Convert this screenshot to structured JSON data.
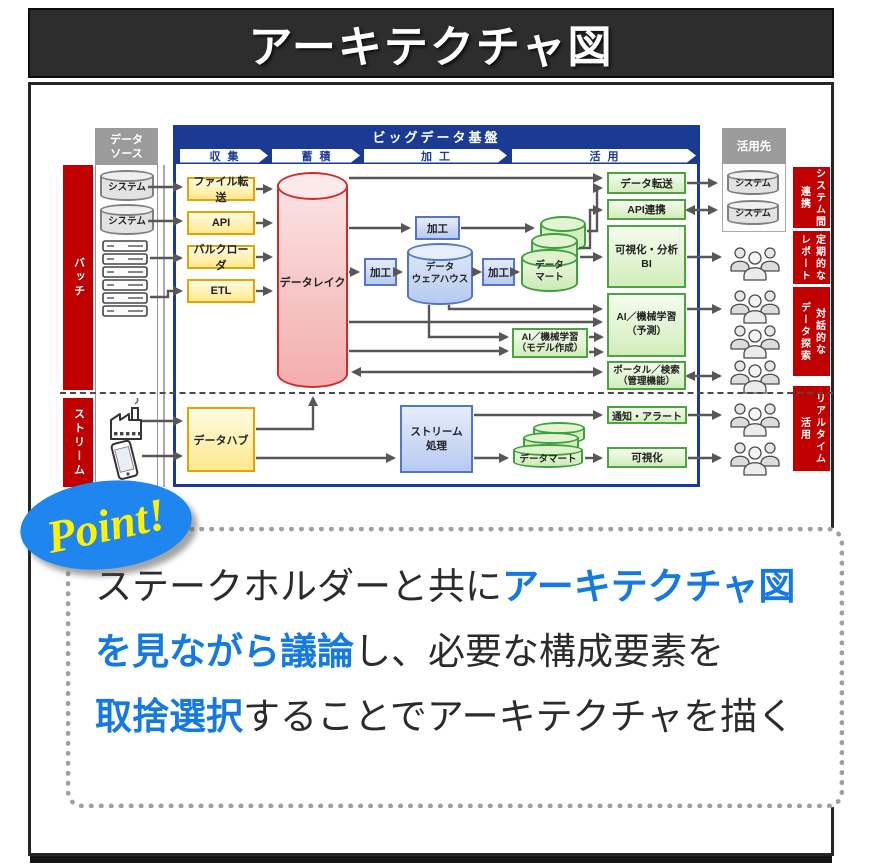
{
  "title": "アーキテクチャ図",
  "source_panel": {
    "header": "データ\nソース",
    "systems": [
      "システム",
      "システム"
    ]
  },
  "lanes": {
    "batch": "バッチ",
    "stream": "ストリーム"
  },
  "platform": {
    "title": "ビッグデータ基盤",
    "stages": [
      "収集",
      "蓄積",
      "加工",
      "活用"
    ]
  },
  "nodes": {
    "file_transfer": "ファイル転送",
    "api": "API",
    "bulk_loader": "バルクローダ",
    "etl": "ETL",
    "data_lake": "データレイク",
    "process": "加工",
    "dwh": "データ\nウェアハウス",
    "datamart_batch": "データ\nマート",
    "data_hub": "データハブ",
    "stream_processing": "ストリーム\n処理",
    "datamart_stream": "データマート",
    "data_transfer": "データ転送",
    "api_link": "API連携",
    "bi": "可視化・分析\nBI",
    "ai_predict": "AI／機械学習\n（予測）",
    "ai_model": "AI／機械学習\n（モデル作成）",
    "portal": "ポータル／検索\n（管理機能）",
    "alert": "通知・アラート",
    "visualization": "可視化"
  },
  "destination": {
    "header": "活用先",
    "systems": [
      "システム",
      "システム"
    ]
  },
  "usage_labels": [
    "システム間\n連携",
    "定期的な\nレポート",
    "対話的な\nデータ探索",
    "リアルタイム\n活用"
  ],
  "point": {
    "badge": "Point!",
    "lines": [
      [
        "ステークホルダーと共に",
        "アーキテクチャ図"
      ],
      [
        "を見ながら議論",
        "し、必要な構成要素を"
      ],
      [
        "取捨選択",
        "することでアーキテクチャを描く"
      ]
    ]
  },
  "colors": {
    "platform_blue": "#1b3a94",
    "lane_red": "#c00000",
    "accent_text_blue": "#147ae1",
    "badge_blue": "#1e86ee",
    "badge_yellow": "#fff100"
  }
}
